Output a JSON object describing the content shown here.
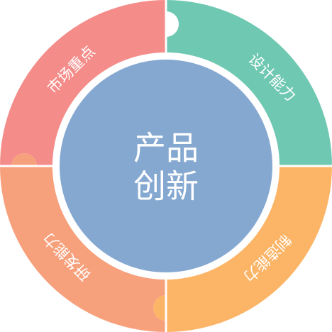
{
  "center": {
    "line1": "产品",
    "line2": "创新",
    "color": "#85A8D1"
  },
  "segments": [
    {
      "label": "市场重点",
      "color": "#F48C8A"
    },
    {
      "label": "设计能力",
      "color": "#6FC8B1"
    },
    {
      "label": "制造能力",
      "color": "#FCB466"
    },
    {
      "label": "研发能力",
      "color": "#F7A07C"
    }
  ]
}
